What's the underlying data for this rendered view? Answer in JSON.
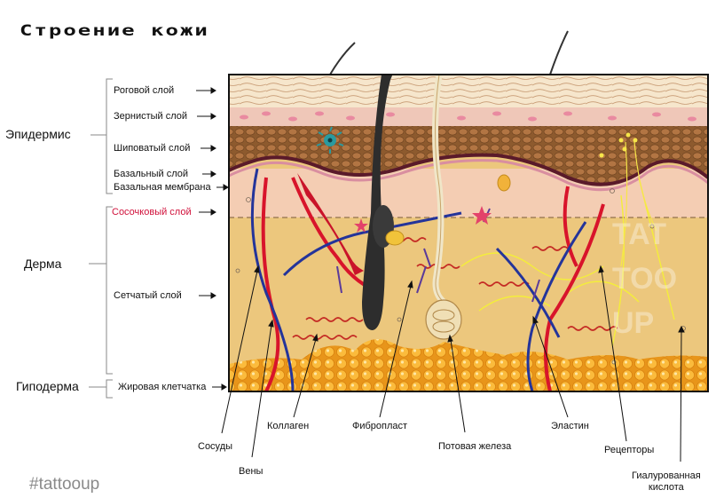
{
  "title": "Строение кожи",
  "groups": {
    "epidermis": "Эпидермис",
    "dermis": "Дерма",
    "hypodermis": "Гиподерма"
  },
  "layers": {
    "stratum_corneum": "Роговой слой",
    "stratum_granulosum": "Зернистый слой",
    "stratum_spinosum": "Шиповатый слой",
    "stratum_basale": "Базальный слой",
    "basement_membrane": "Базальная мембрана",
    "papillary": "Сосочковый слой",
    "reticular": "Сетчатый слой",
    "fat": "Жировая клетчатка"
  },
  "callouts": {
    "vessels": "Сосуды",
    "veins": "Вены",
    "collagen": "Коллаген",
    "fibroblast": "Фибропласт",
    "sweat_gland": "Потовая железа",
    "elastin": "Эластин",
    "receptors": "Рецепторы",
    "hyaluronic_line1": "Гиалурованная",
    "hyaluronic_line2": "кислота"
  },
  "watermark": "TATTOO UP",
  "hashtag": "#tattooup",
  "colors": {
    "stratum_corneum": "#f7ead3",
    "granular_pink": "#e9a9b3",
    "epidermis_brown": "#9a6233",
    "dermis_pink": "#f4cdb3",
    "dermis_yellow": "#ecc77d",
    "fat_orange": "#f3a72c",
    "artery": "#d8142b",
    "vein": "#24349a",
    "hair": "#2d2d2d",
    "papillary_label": "#d0103a"
  }
}
